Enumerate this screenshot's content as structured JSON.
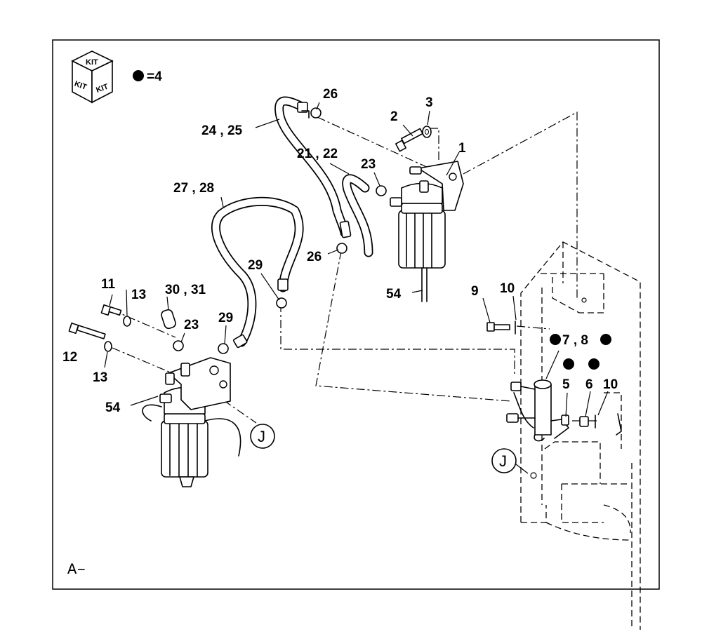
{
  "kit": {
    "box_text": "KIT",
    "legend_text": "=4"
  },
  "corner_label": "A–",
  "connector_label": "J",
  "callouts": {
    "c1": "1",
    "c2": "2",
    "c3": "3",
    "c5": "5",
    "c6": "6",
    "c7_8": "7 , 8",
    "c9": "9",
    "c10a": "10",
    "c10b": "10",
    "c11": "11",
    "c12": "12",
    "c13a": "13",
    "c13b": "13",
    "c21_22": "21 , 22",
    "c23a": "23",
    "c23b": "23",
    "c24_25": "24 , 25",
    "c26a": "26",
    "c26b": "26",
    "c27_28": "27 , 28",
    "c29a": "29",
    "c29b": "29",
    "c30_31": "30 , 31",
    "c54a": "54",
    "c54b": "54"
  }
}
